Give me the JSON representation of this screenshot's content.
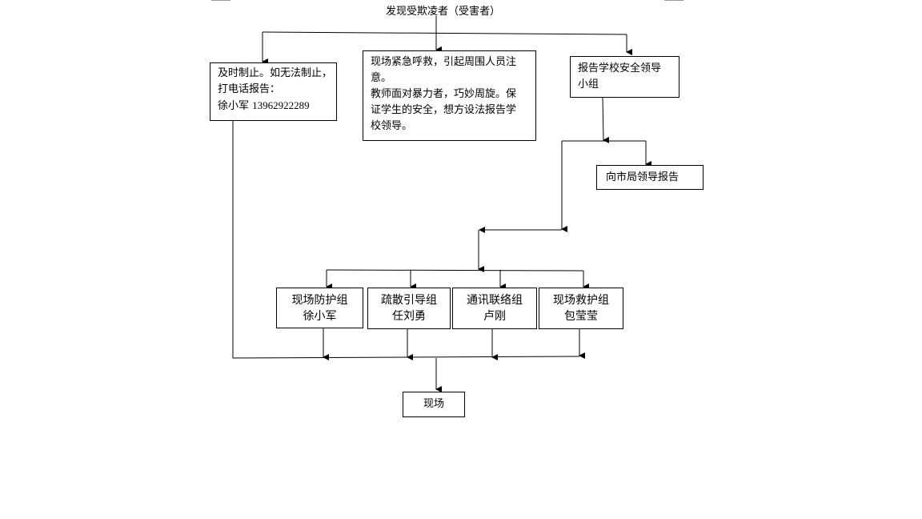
{
  "title": "发现受欺凌者（受害者）",
  "boxes": {
    "stop": {
      "lines": [
        "及时制止。如无法制止，",
        "打电话报告："
      ],
      "contact_name": "徐小军",
      "contact_phone": "13962922289"
    },
    "call_help": {
      "lines": [
        "现场紧急呼救，引起周围人员注",
        "意。",
        "教师面对暴力者，巧妙周旋。保",
        "证学生的安全，想方设法报告学",
        "校领导。"
      ]
    },
    "report_school": {
      "lines": [
        "报告学校安全领导",
        "小组"
      ]
    },
    "report_city": {
      "label": "向市局领导报告"
    },
    "groups": [
      {
        "name": "现场防护组",
        "leader": "徐小军"
      },
      {
        "name": "疏散引导组",
        "leader": "任刘勇"
      },
      {
        "name": "通讯联络组",
        "leader": "卢刚"
      },
      {
        "name": "现场救护组",
        "leader": "包莹莹"
      }
    ],
    "scene": {
      "label": "现场"
    }
  }
}
